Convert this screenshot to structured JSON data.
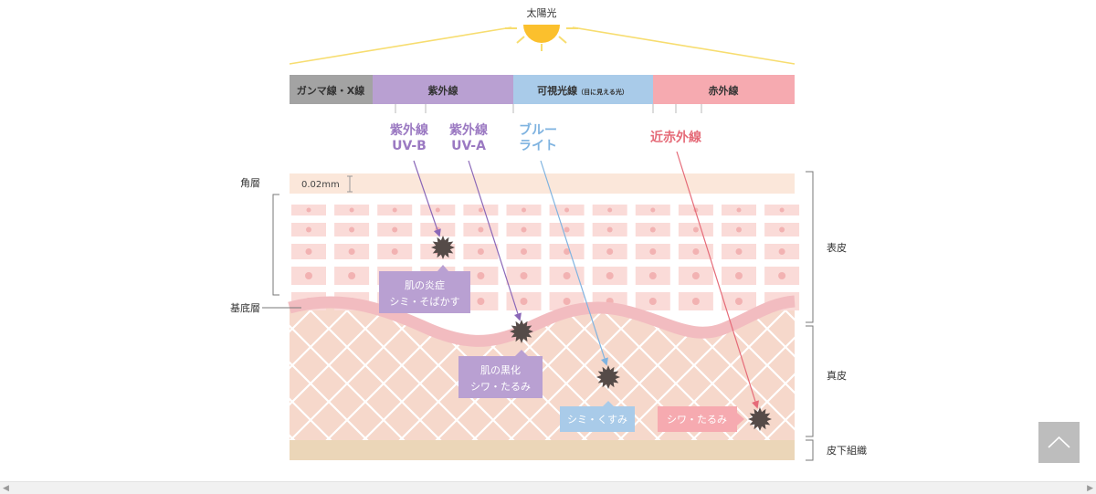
{
  "sun": {
    "label": "太陽光"
  },
  "spectrum": {
    "gamma": "ガンマ線・X線",
    "uv": "紫外線",
    "visible_main": "可視光線",
    "visible_sub": "（目に見える光）",
    "ir": "赤外線"
  },
  "rays": {
    "uvb_line1": "紫外線",
    "uvb_line2": "UV-B",
    "uva_line1": "紫外線",
    "uva_line2": "UV-A",
    "blue_line1": "ブルー",
    "blue_line2": "ライト",
    "nir": "近赤外線"
  },
  "layers": {
    "stratum": "角層",
    "basal": "基底層",
    "epidermis": "表皮",
    "dermis": "真皮",
    "subcutis": "皮下組織",
    "thickness": "0.02mm"
  },
  "effects": {
    "uvb_1": "肌の炎症",
    "uvb_2": "シミ・そばかす",
    "uva_1": "肌の黒化",
    "uva_2": "シワ・たるみ",
    "blue": "シミ・くすみ",
    "nir": "シワ・たるみ"
  },
  "colors": {
    "gamma": "#a3a3a3",
    "uv": "#b9a0d2",
    "visible": "#a9cbe9",
    "ir": "#f6aab0",
    "uv_text": "#9b79c2",
    "blue_text": "#7fb3e0",
    "nir_text": "#e56b78",
    "sun": "#fbc02d",
    "sun_ray": "#f7dd70"
  }
}
